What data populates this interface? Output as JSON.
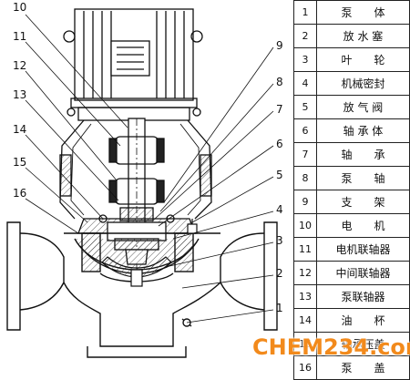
{
  "drawing": {
    "callouts_left": [
      "10",
      "11",
      "12",
      "13",
      "14",
      "15",
      "16"
    ],
    "callouts_right": [
      "9",
      "8",
      "7",
      "6",
      "5",
      "4",
      "3",
      "2",
      "1"
    ]
  },
  "parts": [
    {
      "num": "1",
      "name": "泵　　体"
    },
    {
      "num": "2",
      "name": "放 水 塞"
    },
    {
      "num": "3",
      "name": "叶　　轮"
    },
    {
      "num": "4",
      "name": "机械密封"
    },
    {
      "num": "5",
      "name": "放 气 阀"
    },
    {
      "num": "6",
      "name": "轴 承 体"
    },
    {
      "num": "7",
      "name": "轴　　承"
    },
    {
      "num": "8",
      "name": "泵　　轴"
    },
    {
      "num": "9",
      "name": "支　　架"
    },
    {
      "num": "10",
      "name": "电　　机"
    },
    {
      "num": "11",
      "name": "电机联轴器"
    },
    {
      "num": "12",
      "name": "中间联轴器"
    },
    {
      "num": "13",
      "name": "泵联轴器"
    },
    {
      "num": "14",
      "name": "油　　杯"
    },
    {
      "num": "15",
      "name": "轴承压盖"
    },
    {
      "num": "16",
      "name": "泵　　盖"
    }
  ],
  "watermark": "CHEM234.com"
}
